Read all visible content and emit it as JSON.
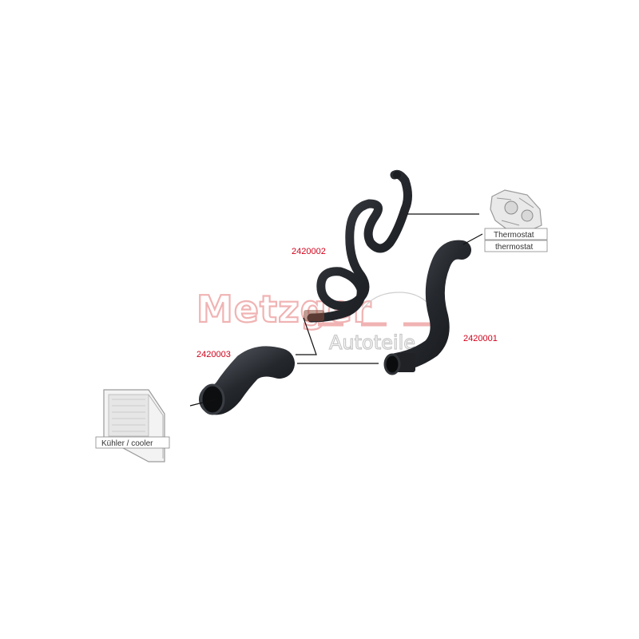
{
  "watermark": {
    "brand": "Metzger",
    "tagline": "Autoteile"
  },
  "parts": [
    {
      "number": "2420002"
    },
    {
      "number": "2420001"
    },
    {
      "number": "2420003"
    }
  ],
  "components": {
    "thermostat": {
      "label_de": "Thermostat",
      "label_en": "thermostat"
    },
    "cooler": {
      "label": "Kühler / cooler"
    }
  },
  "colors": {
    "part_number": "#d0021b",
    "hose": "#2b2e33",
    "watermark_red": "#f0b3b3",
    "leader_line": "#111111"
  }
}
